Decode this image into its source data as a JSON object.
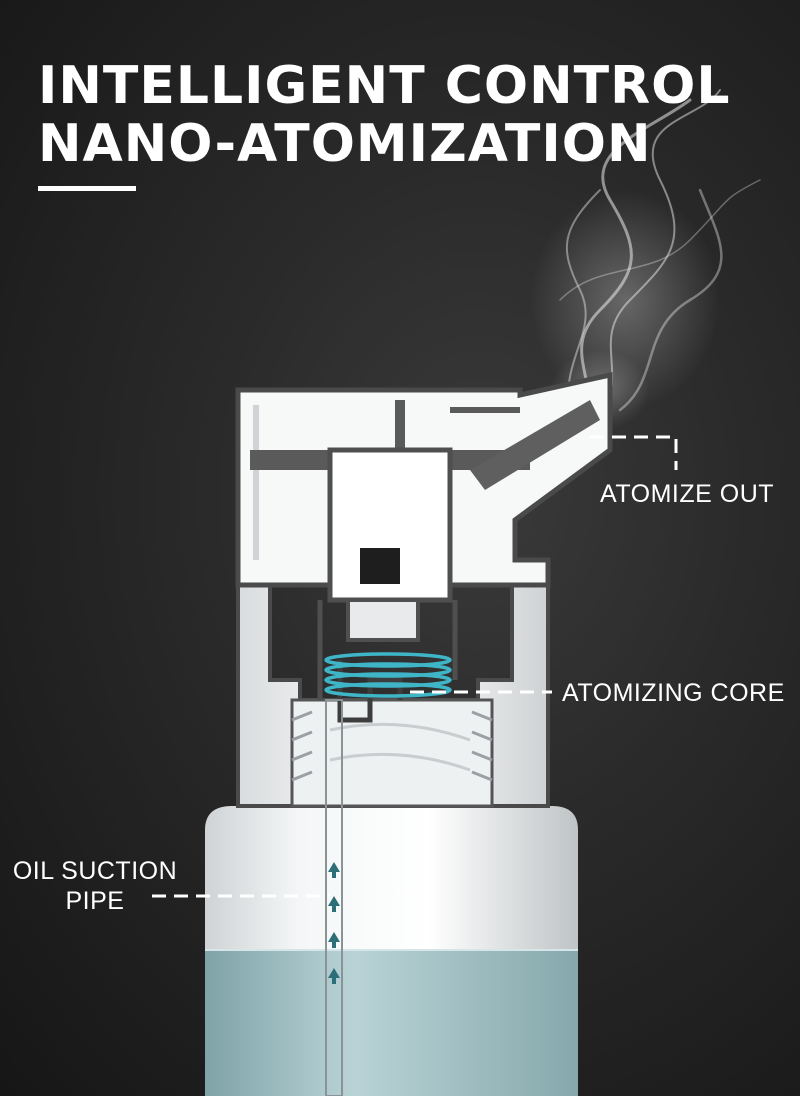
{
  "headline": {
    "line1": "INTELLIGENT CONTROL",
    "line2": "NANO-ATOMIZATION"
  },
  "callouts": {
    "atomize_out": "ATOMIZE OUT",
    "atomizing_core": "ATOMIZING CORE",
    "oil_suction_line1": "OIL SUCTION",
    "oil_suction_line2": "PIPE"
  },
  "colors": {
    "background": "#2a2a2a",
    "text": "#ffffff",
    "coil_accent": "#3fb6c8",
    "oil_liquid": "#9fc3c7",
    "arrow": "#2d6f78"
  }
}
